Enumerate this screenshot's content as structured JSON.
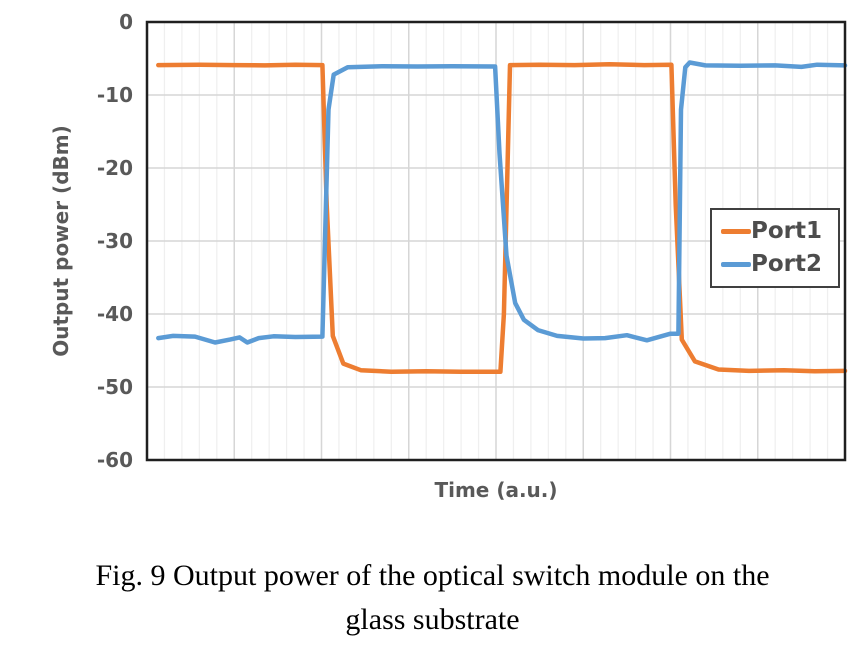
{
  "figure": {
    "caption_line1": "Fig. 9 Output power of the optical switch module on the",
    "caption_line2": "glass substrate"
  },
  "chart_data": {
    "type": "line",
    "title": "",
    "xlabel": "Time (a.u.)",
    "ylabel": "Output power (dBm)",
    "x_range": [
      0,
      8
    ],
    "ylim": [
      -60,
      0
    ],
    "y_ticks": [
      0,
      -10,
      -20,
      -30,
      -40,
      -50,
      -60
    ],
    "y_tick_labels": [
      "0",
      "-10",
      "-20",
      "-30",
      "-40",
      "-50",
      "-60"
    ],
    "x_minor_per_major": 5,
    "grid": true,
    "legend_position": "middle-right",
    "colors": {
      "port1": "#ED7D31",
      "port2": "#5B9BD5",
      "axis_text": "#595959"
    },
    "series": [
      {
        "name": "Port1",
        "color_key": "port1",
        "high_level_dbm": -5.9,
        "low_level_dbm": -47.9,
        "points": [
          [
            0.13,
            -5.9
          ],
          [
            0.6,
            -5.85
          ],
          [
            1.0,
            -5.9
          ],
          [
            1.35,
            -5.95
          ],
          [
            1.7,
            -5.85
          ],
          [
            2.01,
            -5.9
          ],
          [
            2.06,
            -25
          ],
          [
            2.13,
            -43
          ],
          [
            2.25,
            -46.8
          ],
          [
            2.45,
            -47.7
          ],
          [
            2.8,
            -47.9
          ],
          [
            3.2,
            -47.85
          ],
          [
            3.6,
            -47.9
          ],
          [
            4.05,
            -47.9
          ],
          [
            4.09,
            -40
          ],
          [
            4.16,
            -5.9
          ],
          [
            4.5,
            -5.85
          ],
          [
            4.9,
            -5.9
          ],
          [
            5.3,
            -5.8
          ],
          [
            5.7,
            -5.9
          ],
          [
            6.01,
            -5.85
          ],
          [
            6.06,
            -25
          ],
          [
            6.13,
            -43.5
          ],
          [
            6.28,
            -46.5
          ],
          [
            6.55,
            -47.6
          ],
          [
            6.9,
            -47.8
          ],
          [
            7.3,
            -47.7
          ],
          [
            7.65,
            -47.85
          ],
          [
            8.0,
            -47.8
          ]
        ]
      },
      {
        "name": "Port2",
        "color_key": "port2",
        "high_level_dbm": -6.0,
        "low_level_dbm": -43.2,
        "points": [
          [
            0.13,
            -43.3
          ],
          [
            0.3,
            -43.0
          ],
          [
            0.55,
            -43.1
          ],
          [
            0.78,
            -43.9
          ],
          [
            0.95,
            -43.5
          ],
          [
            1.06,
            -43.2
          ],
          [
            1.15,
            -43.9
          ],
          [
            1.28,
            -43.3
          ],
          [
            1.45,
            -43.05
          ],
          [
            1.7,
            -43.15
          ],
          [
            2.01,
            -43.1
          ],
          [
            2.08,
            -12
          ],
          [
            2.14,
            -7.2
          ],
          [
            2.3,
            -6.2
          ],
          [
            2.7,
            -6.05
          ],
          [
            3.1,
            -6.1
          ],
          [
            3.5,
            -6.05
          ],
          [
            3.99,
            -6.1
          ],
          [
            4.04,
            -18
          ],
          [
            4.12,
            -32
          ],
          [
            4.22,
            -38.5
          ],
          [
            4.32,
            -40.8
          ],
          [
            4.48,
            -42.2
          ],
          [
            4.7,
            -43.0
          ],
          [
            5.0,
            -43.35
          ],
          [
            5.25,
            -43.3
          ],
          [
            5.5,
            -42.9
          ],
          [
            5.73,
            -43.6
          ],
          [
            6.0,
            -42.7
          ],
          [
            6.09,
            -42.7
          ],
          [
            6.12,
            -12
          ],
          [
            6.17,
            -6.2
          ],
          [
            6.22,
            -5.55
          ],
          [
            6.4,
            -5.95
          ],
          [
            6.8,
            -6.0
          ],
          [
            7.2,
            -5.95
          ],
          [
            7.5,
            -6.15
          ],
          [
            7.68,
            -5.85
          ],
          [
            8.0,
            -5.95
          ]
        ]
      }
    ]
  }
}
